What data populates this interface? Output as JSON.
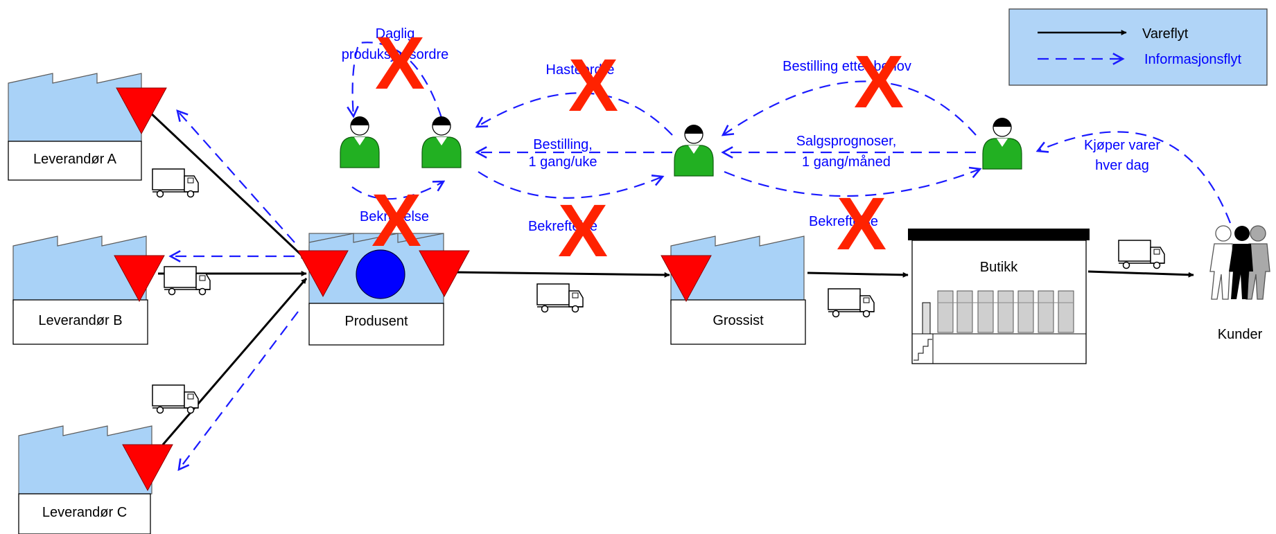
{
  "legend": {
    "goods_flow": "Vareflyt",
    "info_flow": "Informasjonsflyt"
  },
  "nodes": {
    "supplier_a": "Leverandør A",
    "supplier_b": "Leverandør B",
    "supplier_c": "Leverandør C",
    "producer": "Produsent",
    "wholesaler": "Grossist",
    "store": "Butikk",
    "customers": "Kunder"
  },
  "info_labels": {
    "daily_order_line1": "Daglig",
    "daily_order_line2": "produksjonsordre",
    "confirmation_producer": "Bekreftelse",
    "rush_order": "Hasteordre",
    "order_weekly_line1": "Bestilling,",
    "order_weekly_line2": "1 gang/uke",
    "confirmation_wholesaler": "Bekreftelse",
    "order_on_demand": "Bestilling etter behov",
    "forecast_line1": "Salgsprognoser,",
    "forecast_line2": "1 gang/måned",
    "confirmation_store": "Bekreftelse",
    "buys_line1": "Kjøper varer",
    "buys_line2": "hver dag"
  },
  "crossed_mark": "X",
  "colors": {
    "factory_fill": "#a9d2f7",
    "legend_fill": "#b0d4f7",
    "info_arrow": "#1a1aff",
    "goods_arrow": "#000000",
    "inventory_triangle": "#ff0000",
    "cross": "#ff2200",
    "person_shirt": "#22b022",
    "process_circle": "#0000ff"
  },
  "icons": [
    "factory-icon",
    "truck-icon",
    "inventory-triangle-icon",
    "person-icon",
    "store-icon",
    "customers-icon",
    "cross-icon"
  ]
}
